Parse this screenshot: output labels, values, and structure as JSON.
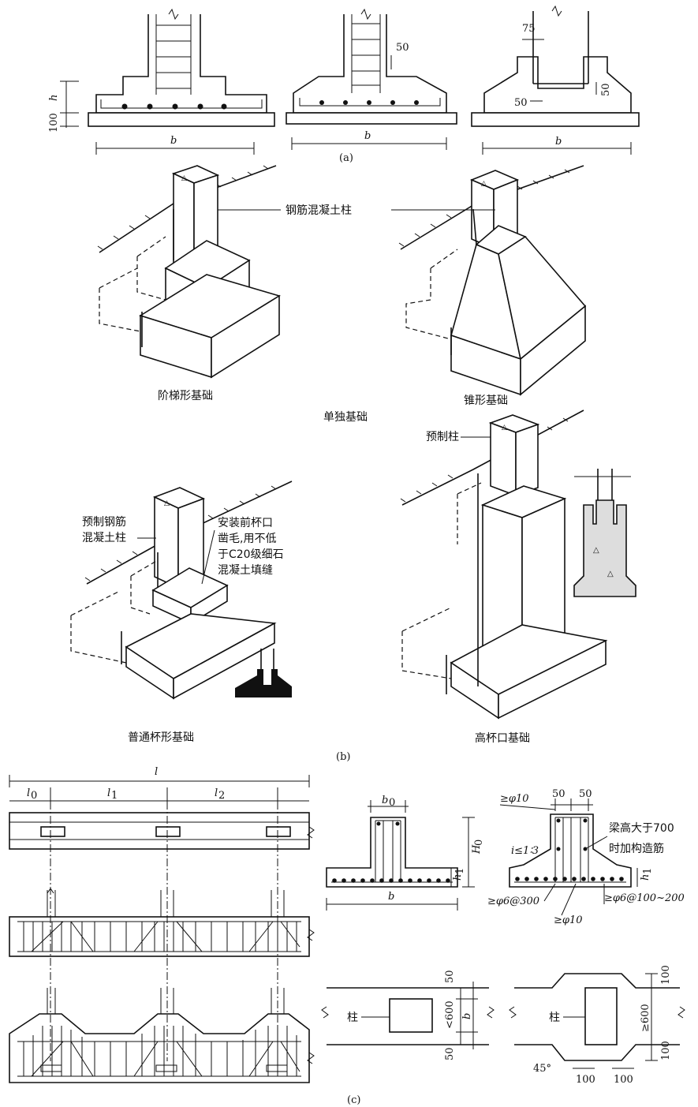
{
  "part_a": {
    "label": "(a)",
    "dims": {
      "h": "h",
      "hundred": "100",
      "b": "b",
      "fifty": "50",
      "seventy_five": "75"
    }
  },
  "part_b": {
    "label": "(b)",
    "column_label": "钢筋混凝土柱",
    "stepped": "阶梯形基础",
    "tapered": "锥形基础",
    "isolated": "单独基础",
    "precast_column": "预制柱",
    "precast_rc_column_line1": "预制钢筋",
    "precast_rc_column_line2": "混凝土柱",
    "note_line1": "安装前杯口",
    "note_line2": "凿毛,用不低",
    "note_line3": "于C20级细石",
    "note_line4": "混凝土填缝",
    "cup": "普通杯形基础",
    "high_cup": "高杯口基础"
  },
  "part_c": {
    "label": "(c)",
    "l": "l",
    "l0": "l",
    "l1": "l",
    "l2": "l",
    "sub0": "0",
    "sub1": "1",
    "sub2": "2",
    "b0": "b",
    "H0": "H",
    "h1": "h",
    "b": "b",
    "phi10_a": "≥φ10",
    "fifty": "50",
    "beam_note1": "梁高大于700",
    "beam_note2": "时加构造筋",
    "slope": "i≤1∶3",
    "phi6_300": "≥φ6@300",
    "phi6_100_200": "≥φ6@100~200",
    "phi10_b": "≥φ10",
    "col": "柱",
    "lt600": "<600",
    "ge600": "≥600",
    "hundred": "100",
    "deg45": "45°"
  }
}
